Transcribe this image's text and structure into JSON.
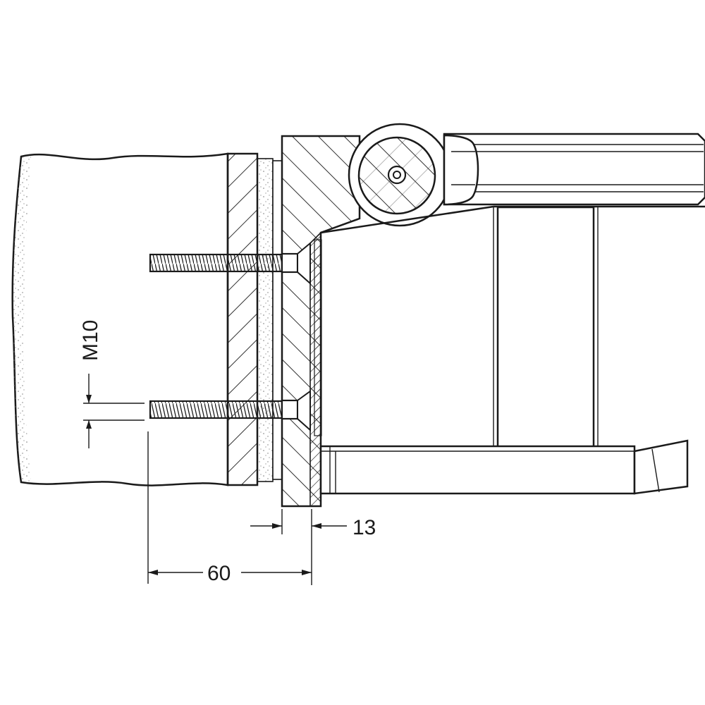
{
  "labels": {
    "thread_size": "M10",
    "inset_depth": "13",
    "bolt_length": "60"
  },
  "colors": {
    "ink": "#1a1a1a",
    "paper": "#ffffff",
    "stipple": "#777777"
  }
}
